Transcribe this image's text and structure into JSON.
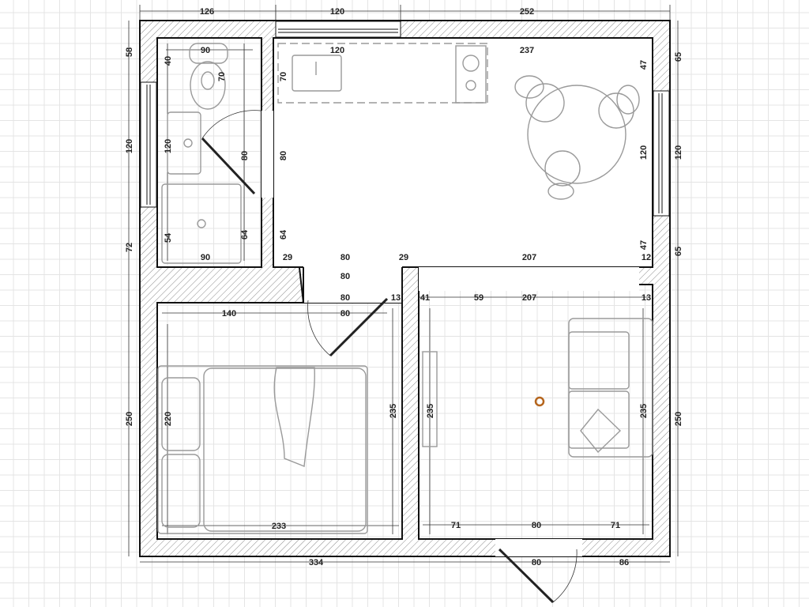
{
  "plan": {
    "title": "Apartment floor plan",
    "dimensions": [
      "126",
      "120",
      "252",
      "58",
      "120",
      "72",
      "250",
      "65",
      "120",
      "65",
      "250",
      "90",
      "40",
      "70",
      "120",
      "237",
      "70",
      "47",
      "120",
      "80",
      "80",
      "120",
      "54",
      "64",
      "64",
      "90",
      "29",
      "80",
      "29",
      "207",
      "47",
      "12",
      "80",
      "80",
      "13",
      "41",
      "59",
      "207",
      "13",
      "140",
      "80",
      "220",
      "235",
      "235",
      "235",
      "233",
      "71",
      "80",
      "71",
      "334",
      "80",
      "86"
    ],
    "colors": {
      "wall": "#111111",
      "hatch": "#8a8a8a",
      "furniture": "#9a9a9a",
      "marker": "#b5651d"
    }
  }
}
